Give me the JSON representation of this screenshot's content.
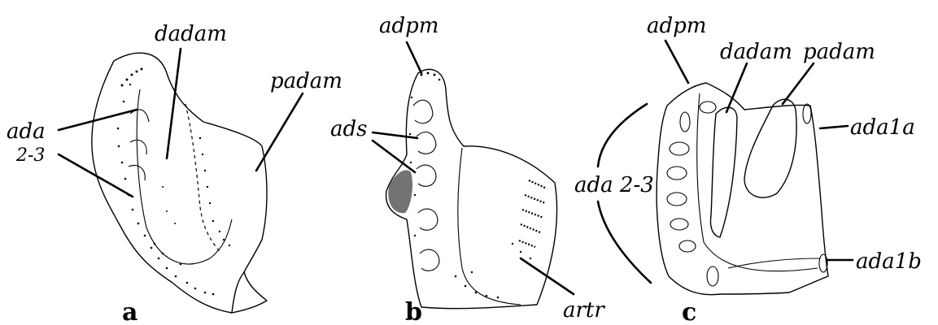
{
  "figure_a": {
    "panel_label": "a",
    "labels": {
      "dadam": "dadam",
      "padam": "padam",
      "ada": "ada",
      "ada_range": "2-3"
    }
  },
  "figure_b": {
    "panel_label": "b",
    "labels": {
      "adpm": "adpm",
      "ads": "ads",
      "artr": "artr"
    }
  },
  "figure_c": {
    "panel_label": "c",
    "labels": {
      "adpm": "adpm",
      "dadam": "dadam",
      "padam": "padam",
      "ada1a": "ada1a",
      "ada_2_3": "ada 2-3",
      "ada1b": "ada1b"
    }
  }
}
